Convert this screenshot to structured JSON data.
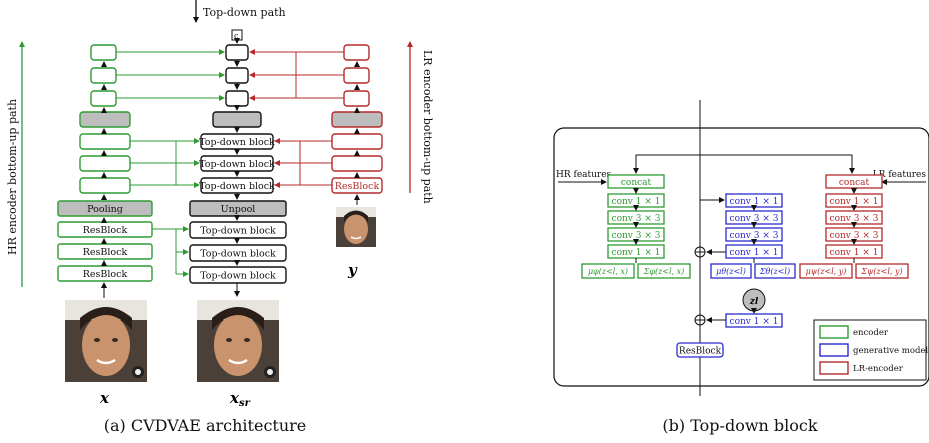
{
  "colors": {
    "encoder": "#2e9b32",
    "generative": "#2b2bd0",
    "lr_encoder": "#b52a2a",
    "black": "#111111",
    "gray_fill": "#bdbdbd",
    "pooling_fill": "#bdbdbd"
  },
  "left": {
    "top_path_label": "Top-down path",
    "concat_symbol": "c",
    "hr_axis_label": "HR encoder bottom-up path",
    "lr_axis_label": "LR encoder bottom-up path",
    "hr_pooling": "Pooling",
    "hr_resblock_1": "ResBlock",
    "hr_resblock_2": "ResBlock",
    "hr_resblock_3": "ResBlock",
    "gen_unpool": "Unpool",
    "gen_topdown_1": "Top-down block",
    "gen_topdown_2": "Top-down block",
    "gen_topdown_3": "Top-down block",
    "gen_topdown_4": "Top-down block",
    "gen_topdown_5": "Top-down block",
    "gen_topdown_6": "Top-down block",
    "lr_resblock": "ResBlock",
    "label_x": "x",
    "label_y": "y",
    "label_xsr_base": "x",
    "label_xsr_sub": "sr",
    "caption": "(a) CVDVAE architecture"
  },
  "right": {
    "hr_features": "HR features",
    "lr_features": "LR features",
    "enc_concat": "concat",
    "enc_conv1": "conv 1 × 1",
    "enc_conv2": "conv 3 × 3",
    "enc_conv3": "conv 3 × 3",
    "enc_conv4": "conv 1 × 1",
    "enc_mu": "μφ(z<l, x)",
    "enc_sigma": "Σφ(z<l, x)",
    "gen_conv1": "conv 1 × 1",
    "gen_conv2": "conv 3 × 3",
    "gen_conv3": "conv 3 × 3",
    "gen_conv4": "conv 1 × 1",
    "gen_mu": "μθ(z<l)",
    "gen_sigma": "Σθ(z<l)",
    "gen_conv_out": "conv 1 × 1",
    "latent_z": "zl",
    "resblock": "ResBlock",
    "lr_concat": "concat",
    "lr_conv1": "conv 1 × 1",
    "lr_conv2": "conv 3 × 3",
    "lr_conv3": "conv 3 × 3",
    "lr_conv4": "conv 1 × 1",
    "lr_mu": "μψ(z<l, y)",
    "lr_sigma": "Σψ(z<l, y)",
    "legend_encoder": "encoder",
    "legend_generative": "generative model",
    "legend_lr": "LR-encoder",
    "caption": "(b) Top-down block"
  }
}
